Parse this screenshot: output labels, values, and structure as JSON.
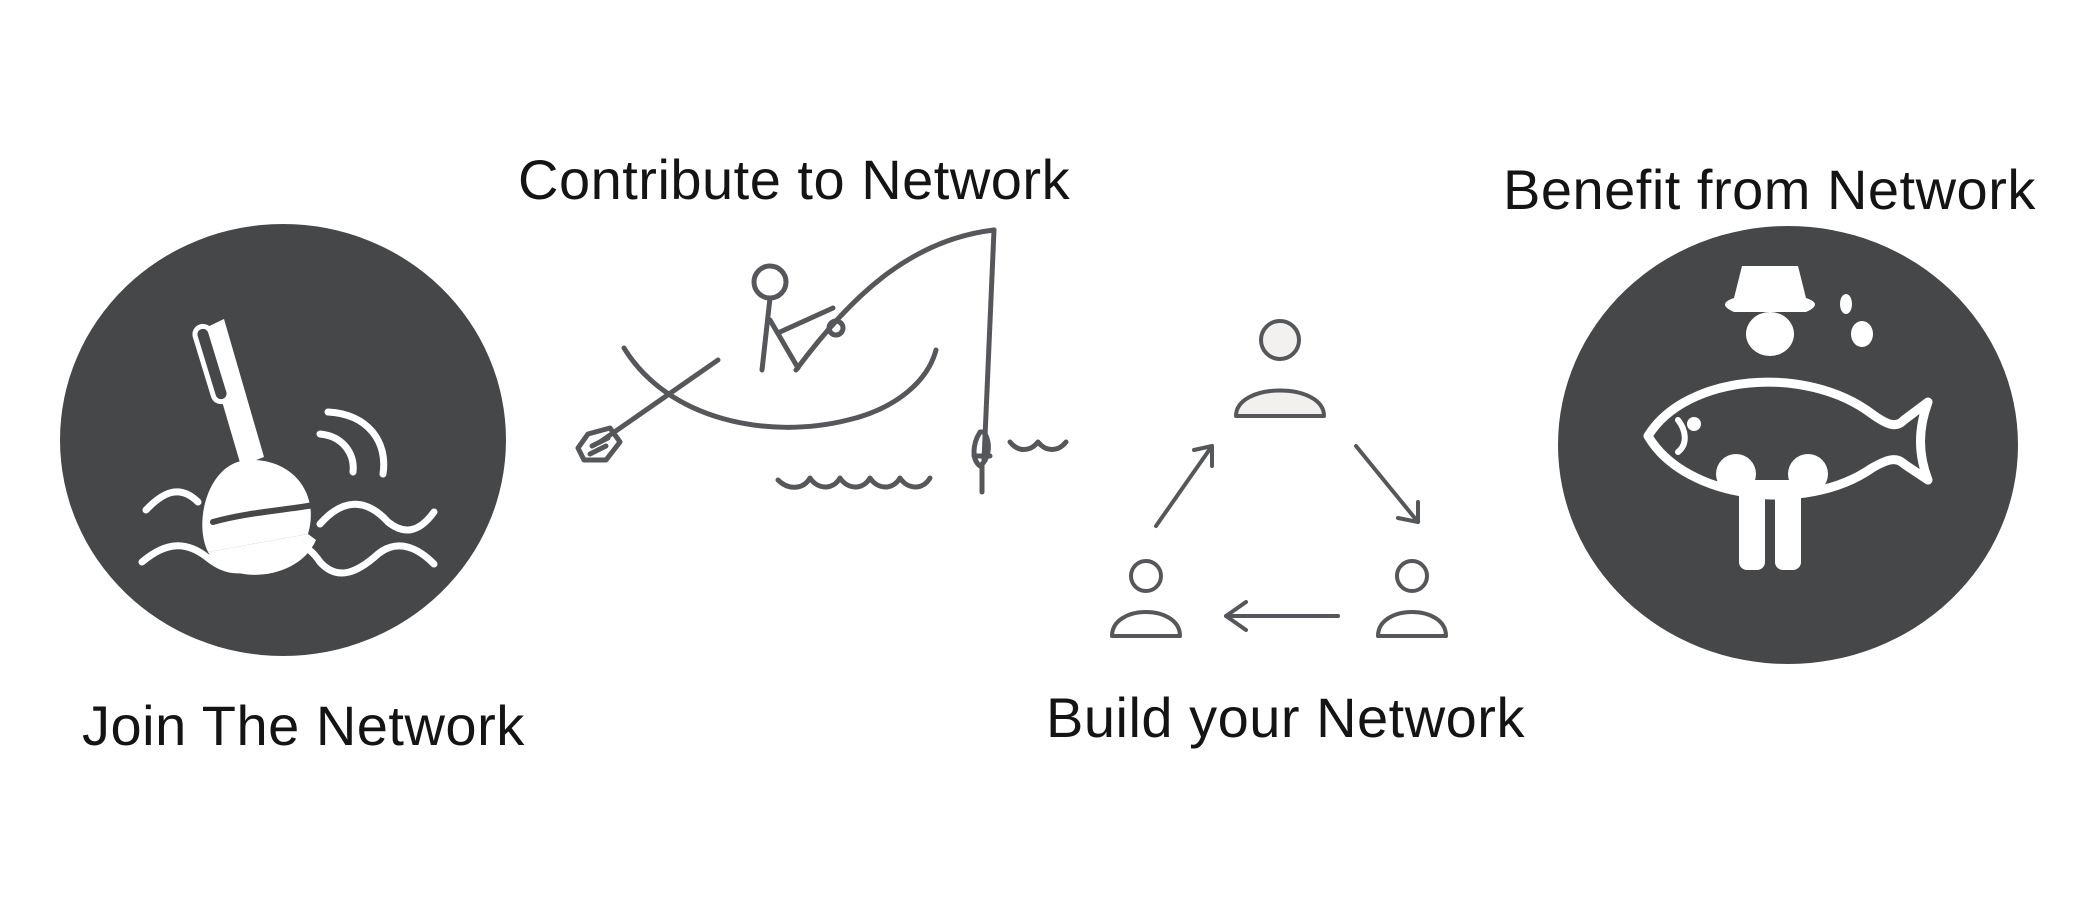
{
  "steps": [
    {
      "id": "join",
      "label": "Join The Network",
      "icon": "fishing-float-icon"
    },
    {
      "id": "contribute",
      "label": "Contribute to Network",
      "icon": "person-fishing-boat-icon"
    },
    {
      "id": "build",
      "label": "Build your Network",
      "icon": "people-network-cycle-icon"
    },
    {
      "id": "benefit",
      "label": "Benefit from Network",
      "icon": "fisherman-with-fish-icon"
    }
  ],
  "colors": {
    "circle_fill": "#464749",
    "icon_light": "#ffffff",
    "line_art": "#56575b",
    "text": "#141414"
  }
}
